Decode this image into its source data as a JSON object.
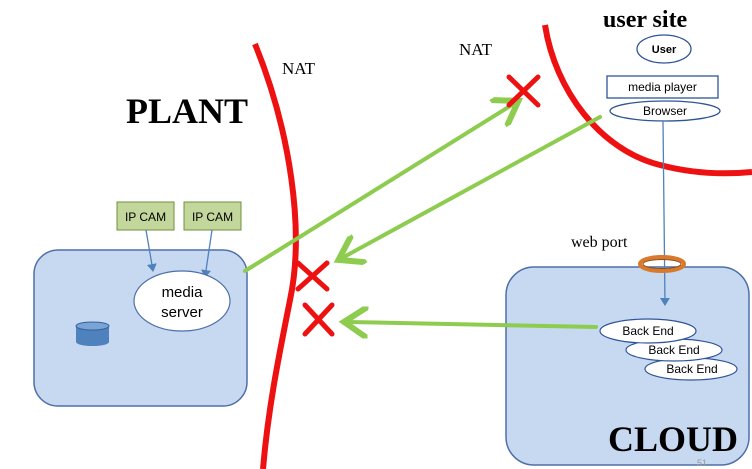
{
  "labels": {
    "plant": "PLANT",
    "cloud": "CLOUD",
    "user_site": "user site",
    "nat_left": "NAT",
    "nat_right": "NAT",
    "web_port": "web port",
    "page_number": "51"
  },
  "plant_nodes": {
    "ip_cam_1": "IP CAM",
    "ip_cam_2": "IP CAM",
    "media_server_line1": "media",
    "media_server_line2": "server"
  },
  "user_site_nodes": {
    "user": "User",
    "media_player": "media player",
    "browser": "Browser"
  },
  "cloud_nodes": {
    "back_end_1": "Back End",
    "back_end_2": "Back End",
    "back_end_3": "Back End"
  },
  "colors": {
    "nat_line": "#ee1111",
    "blocked_x": "#ee1111",
    "green_arrow": "#8dcc4e",
    "blue_arrow": "#4f81bd",
    "zone_fill": "#c6d9f1",
    "zone_stroke": "#4f6fa8",
    "cam_fill": "#c3d69b",
    "cam_stroke": "#6f8f3d",
    "port_ring": "#d9792b",
    "database": "#4f81bd"
  }
}
